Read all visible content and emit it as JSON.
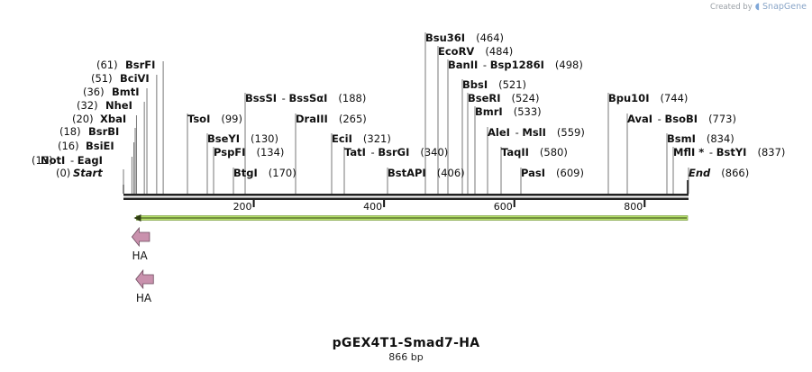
{
  "credit": {
    "prefix": "Created by",
    "brand": "SnapGene"
  },
  "plasmid": {
    "name": "pGEX4T1-Smad7-HA",
    "size_label": "866 bp"
  },
  "colors": {
    "orf": "#b7e36a",
    "feature": "#c991ad",
    "backbone": "#222222"
  },
  "ruler": {
    "ticks": [
      {
        "pos": 200,
        "label": "200"
      },
      {
        "pos": 400,
        "label": "400"
      },
      {
        "pos": 600,
        "label": "600"
      },
      {
        "pos": 800,
        "label": "800"
      }
    ]
  },
  "sites": [
    {
      "names": [
        "Start"
      ],
      "pos_label": "(0)",
      "pos": 0,
      "side": "left",
      "italic": true
    },
    {
      "names": [
        "NotI",
        "EagI"
      ],
      "pos_label": "(13)",
      "pos": 13,
      "side": "left"
    },
    {
      "names": [
        "BsiEI"
      ],
      "pos_label": "(16)",
      "pos": 16,
      "side": "left"
    },
    {
      "names": [
        "BsrBI"
      ],
      "pos_label": "(18)",
      "pos": 18,
      "side": "left"
    },
    {
      "names": [
        "XbaI"
      ],
      "pos_label": "(20)",
      "pos": 20,
      "side": "left"
    },
    {
      "names": [
        "NheI"
      ],
      "pos_label": "(32)",
      "pos": 32,
      "side": "left"
    },
    {
      "names": [
        "BmtI"
      ],
      "pos_label": "(36)",
      "pos": 36,
      "side": "left"
    },
    {
      "names": [
        "BciVI"
      ],
      "pos_label": "(51)",
      "pos": 51,
      "side": "left"
    },
    {
      "names": [
        "BsrFI"
      ],
      "pos_label": "(61)",
      "pos": 61,
      "side": "left"
    },
    {
      "names": [
        "TsoI"
      ],
      "pos_label": "(99)",
      "pos": 99,
      "side": "right"
    },
    {
      "names": [
        "BseYI"
      ],
      "pos_label": "(130)",
      "pos": 130,
      "side": "right"
    },
    {
      "names": [
        "PspFI"
      ],
      "pos_label": "(134)",
      "pos": 134,
      "side": "right"
    },
    {
      "names": [
        "BtgI"
      ],
      "pos_label": "(170)",
      "pos": 170,
      "side": "right"
    },
    {
      "names": [
        "BssSI",
        "BssSαI"
      ],
      "pos_label": "(188)",
      "pos": 188,
      "side": "right"
    },
    {
      "names": [
        "DraIII"
      ],
      "pos_label": "(265)",
      "pos": 265,
      "side": "right"
    },
    {
      "names": [
        "EciI"
      ],
      "pos_label": "(321)",
      "pos": 321,
      "side": "right"
    },
    {
      "names": [
        "TatI",
        "BsrGI"
      ],
      "pos_label": "(340)",
      "pos": 340,
      "side": "right"
    },
    {
      "names": [
        "BstAPI"
      ],
      "pos_label": "(406)",
      "pos": 406,
      "side": "right"
    },
    {
      "names": [
        "Bsu36I"
      ],
      "pos_label": "(464)",
      "pos": 464,
      "side": "right"
    },
    {
      "names": [
        "EcoRV"
      ],
      "pos_label": "(484)",
      "pos": 484,
      "side": "right"
    },
    {
      "names": [
        "BanII",
        "Bsp1286I"
      ],
      "pos_label": "(498)",
      "pos": 498,
      "side": "right"
    },
    {
      "names": [
        "BbsI"
      ],
      "pos_label": "(521)",
      "pos": 521,
      "side": "right"
    },
    {
      "names": [
        "BseRI"
      ],
      "pos_label": "(524)",
      "pos": 524,
      "side": "right"
    },
    {
      "names": [
        "BmrI"
      ],
      "pos_label": "(533)",
      "pos": 533,
      "side": "right"
    },
    {
      "names": [
        "AleI",
        "MslI"
      ],
      "pos_label": "(559)",
      "pos": 559,
      "side": "right"
    },
    {
      "names": [
        "TaqII"
      ],
      "pos_label": "(580)",
      "pos": 580,
      "side": "right"
    },
    {
      "names": [
        "PasI"
      ],
      "pos_label": "(609)",
      "pos": 609,
      "side": "right"
    },
    {
      "names": [
        "Bpu10I"
      ],
      "pos_label": "(744)",
      "pos": 744,
      "side": "right"
    },
    {
      "names": [
        "AvaI",
        "BsoBI"
      ],
      "pos_label": "(773)",
      "pos": 773,
      "side": "right"
    },
    {
      "names": [
        "BsmI"
      ],
      "pos_label": "(834)",
      "pos": 834,
      "side": "right"
    },
    {
      "names": [
        "MflI *",
        "BstYI"
      ],
      "pos_label": "(837)",
      "pos": 837,
      "side": "right"
    },
    {
      "names": [
        "End"
      ],
      "pos_label": "(866)",
      "pos": 866,
      "side": "right",
      "italic": true
    }
  ],
  "features": [
    {
      "label": "HA",
      "direction": "reverse",
      "start": 13,
      "end": 40
    },
    {
      "label": "HA",
      "direction": "reverse",
      "start": 19,
      "end": 46
    }
  ],
  "orf": {
    "direction": "reverse",
    "start": 20,
    "end": 866
  }
}
